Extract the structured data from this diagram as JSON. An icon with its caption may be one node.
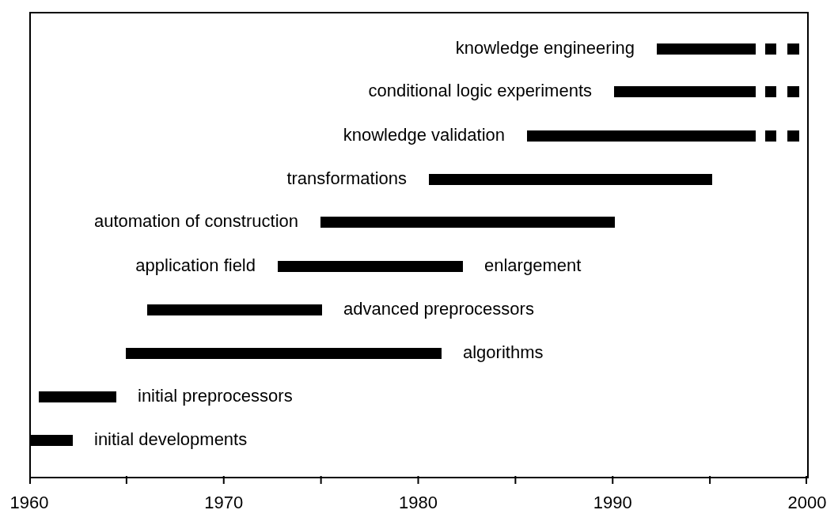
{
  "diagram": {
    "nodes": [
      {
        "text": [],
        "shape": "bar",
        "beside": [
          "knowledge engineering"
        ]
      },
      {
        "text": [],
        "shape": "bar",
        "beside": [
          "conditional logic experiments"
        ]
      },
      {
        "text": [],
        "shape": "bar",
        "beside": [
          "knowledge validation"
        ]
      },
      {
        "text": [],
        "shape": "bar",
        "beside": [
          "transformations"
        ]
      },
      {
        "text": [],
        "shape": "bar",
        "beside": [
          "automation of construction"
        ]
      },
      {
        "text": [],
        "shape": "bar",
        "beside": [
          "application field",
          "enlargement"
        ]
      },
      {
        "text": [],
        "shape": "bar",
        "beside": [
          "advanced preprocessors"
        ]
      },
      {
        "text": [],
        "shape": "bar",
        "beside": [
          "algorithms"
        ]
      },
      {
        "text": [],
        "shape": "bar",
        "beside": [
          "initial preprocessors"
        ]
      },
      {
        "text": [],
        "shape": "bar",
        "beside": [
          "initial developments"
        ]
      }
    ],
    "labels": [
      "1960",
      "1970",
      "1980",
      "1990",
      "2000"
    ]
  }
}
